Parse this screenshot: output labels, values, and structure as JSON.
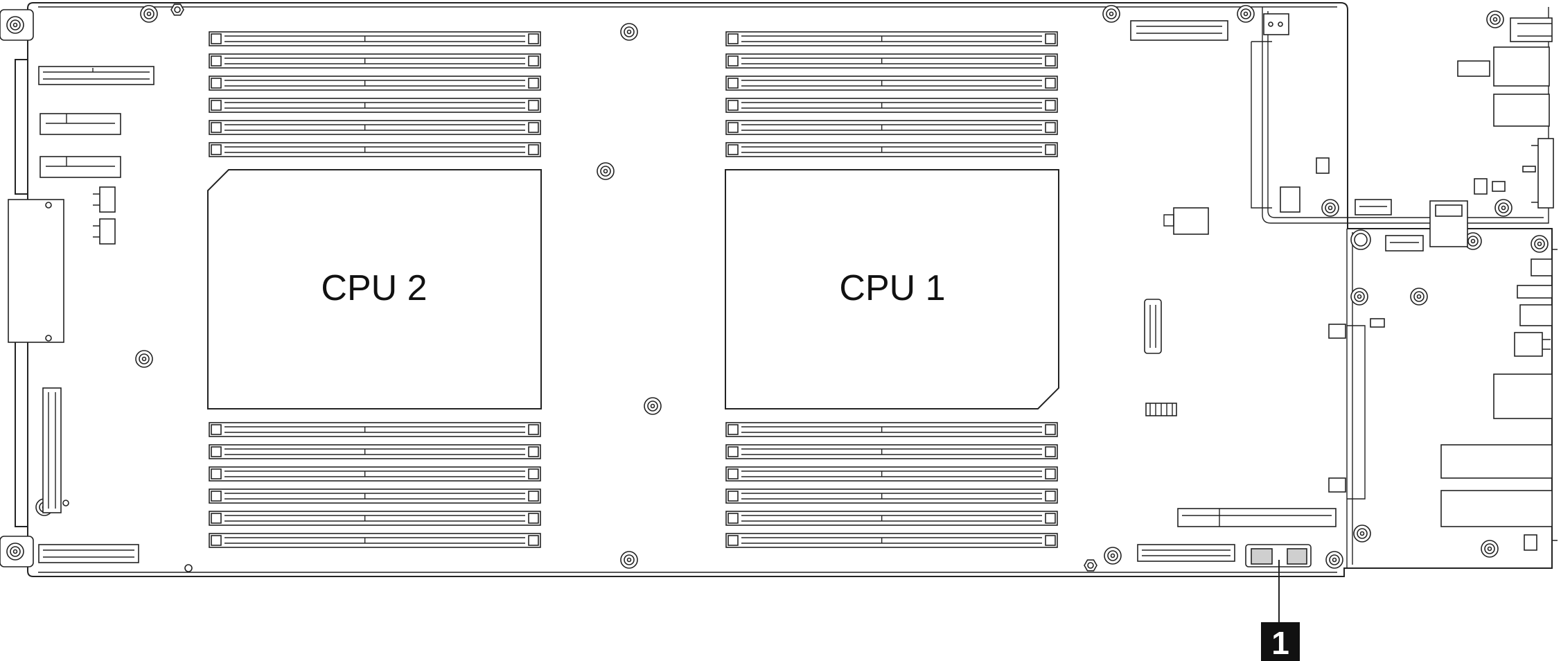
{
  "cpus": [
    {
      "label": "CPU 2"
    },
    {
      "label": "CPU 1"
    }
  ],
  "callout": {
    "number": "1"
  },
  "dimm_slots_per_bank": 6
}
